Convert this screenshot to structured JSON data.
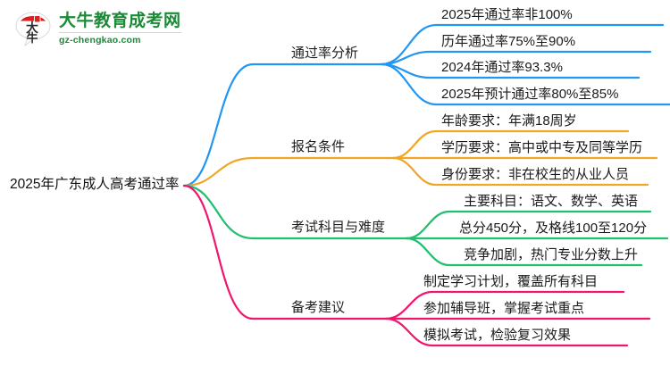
{
  "logo": {
    "title": "大牛教育成考网",
    "subtitle": "gz-chengkao.com",
    "mark_icon": "speech-bubble-logo-icon",
    "mark_text": "大牛",
    "brand_color": "#1a8a36",
    "mark_accent_color": "#e02020"
  },
  "mindmap": {
    "root": {
      "label": "2025年广东成人高考通过率"
    },
    "branches": [
      {
        "label": "通过率分析",
        "color": "#2196f3",
        "children": [
          {
            "label": "2025年通过率非100%"
          },
          {
            "label": "历年通过率75%至90%"
          },
          {
            "label": "2024年通过率93.3%"
          },
          {
            "label": "2025年预计通过率80%至85%"
          }
        ]
      },
      {
        "label": "报名条件",
        "color": "#f0a726",
        "children": [
          {
            "label": "年龄要求：年满18周岁"
          },
          {
            "label": "学历要求：高中或中专及同等学历"
          },
          {
            "label": "身份要求：非在校生的从业人员"
          }
        ]
      },
      {
        "label": "考试科目与难度",
        "color": "#1fbf6e",
        "children": [
          {
            "label": "主要科目：语文、数学、英语"
          },
          {
            "label": "总分450分，及格线100至120分"
          },
          {
            "label": "竞争加剧，热门专业分数上升"
          }
        ]
      },
      {
        "label": "备考建议",
        "color": "#f0166e",
        "children": [
          {
            "label": "制定学习计划，覆盖所有科目"
          },
          {
            "label": "参加辅导班，掌握考试重点"
          },
          {
            "label": "模拟考试，检验复习效果"
          }
        ]
      }
    ]
  }
}
